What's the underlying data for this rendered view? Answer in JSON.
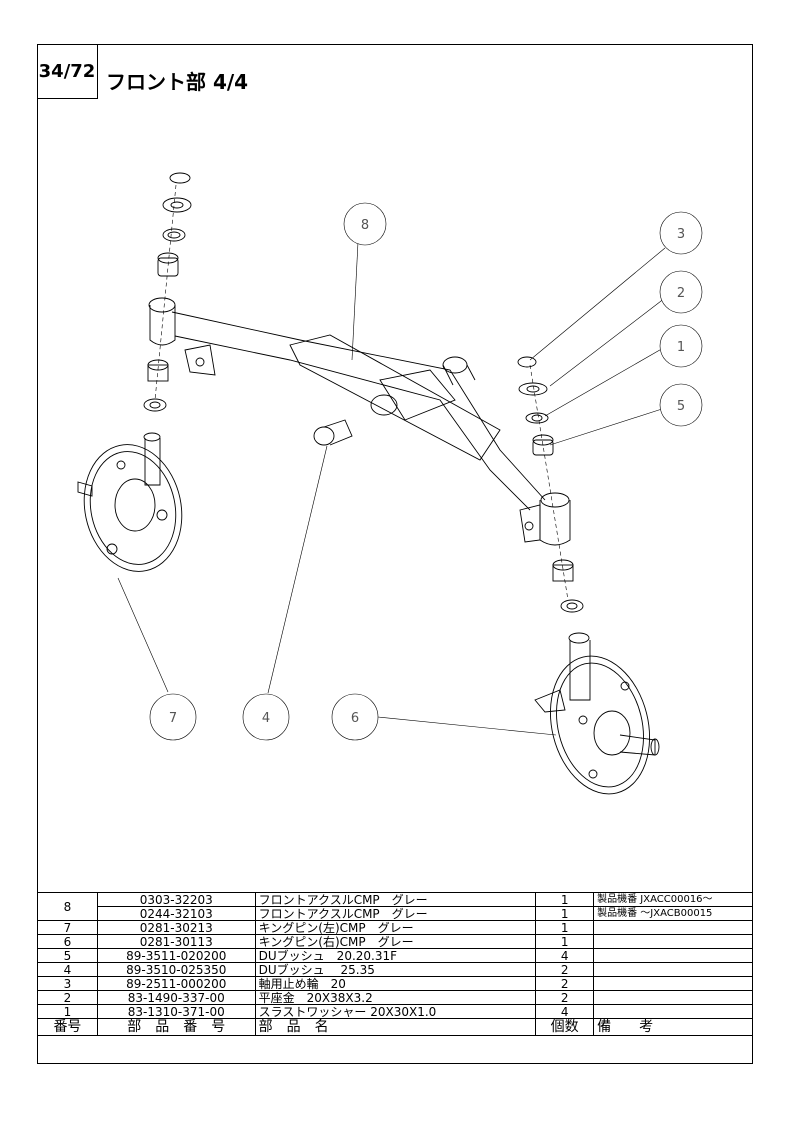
{
  "header": {
    "page_number": "34/72",
    "title": "フロント部  4/4"
  },
  "callouts": [
    "8",
    "3",
    "2",
    "1",
    "5",
    "7",
    "4",
    "6"
  ],
  "parts_table": {
    "columns": [
      "番号",
      "部　品　番　号",
      "部　品　名",
      "個数",
      "備　　考"
    ],
    "rows": [
      {
        "no": "8",
        "part_number": "0303-32203",
        "name": "フロントアクスルCMP　グレー",
        "qty": "1",
        "remarks": "製品機番 JXACC00016～"
      },
      {
        "no": "",
        "part_number": "0244-32103",
        "name": "フロントアクスルCMP　グレー",
        "qty": "1",
        "remarks": "製品機番 ～JXACB00015"
      },
      {
        "no": "7",
        "part_number": "0281-30213",
        "name": "キングピン(左)CMP　グレー",
        "qty": "1",
        "remarks": ""
      },
      {
        "no": "6",
        "part_number": "0281-30113",
        "name": "キングピン(右)CMP　グレー",
        "qty": "1",
        "remarks": ""
      },
      {
        "no": "5",
        "part_number": "89-3511-020200",
        "name": "DUブッシュ　20.20.31F",
        "qty": "4",
        "remarks": ""
      },
      {
        "no": "4",
        "part_number": "89-3510-025350",
        "name": "DUブッシュ　 25.35",
        "qty": "2",
        "remarks": ""
      },
      {
        "no": "3",
        "part_number": "89-2511-000200",
        "name": "軸用止め輪　20",
        "qty": "2",
        "remarks": ""
      },
      {
        "no": "2",
        "part_number": "83-1490-337-00",
        "name": "平座金　20X38X3.2",
        "qty": "2",
        "remarks": ""
      },
      {
        "no": "1",
        "part_number": "83-1310-371-00",
        "name": "スラストワッシャー 20X30X1.0",
        "qty": "4",
        "remarks": ""
      }
    ]
  }
}
